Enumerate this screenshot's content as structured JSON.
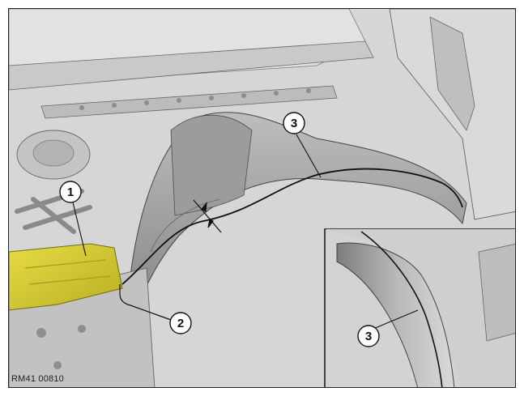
{
  "figure": {
    "reference_code": "RM41 00810",
    "callouts": [
      {
        "id": "callout-1",
        "label": "1",
        "meaning": ""
      },
      {
        "id": "callout-2",
        "label": "2",
        "meaning": ""
      },
      {
        "id": "callout-3-main",
        "label": "3",
        "meaning": ""
      },
      {
        "id": "callout-3-inset",
        "label": "3",
        "meaning": ""
      }
    ],
    "colors": {
      "highlight_part": "#d8cf3a",
      "body_panel": "#cfcfcf",
      "body_shadow": "#8f8f8f",
      "outline": "#222222",
      "seal_line": "#111111"
    }
  }
}
